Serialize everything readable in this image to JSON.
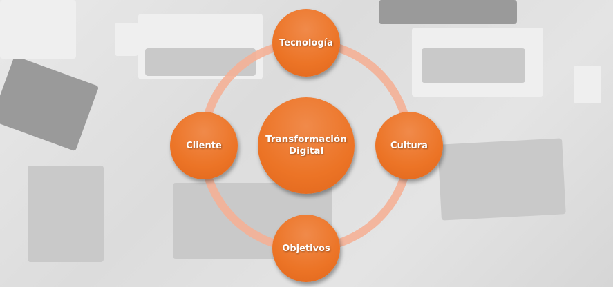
{
  "diagram": {
    "center": {
      "line1": "Transformación",
      "line2": "Digital"
    },
    "nodes": {
      "top": "Tecnología",
      "left": "Cliente",
      "right": "Cultura",
      "bottom": "Objetivos"
    },
    "colors": {
      "node": "#ec7426",
      "ring": "#f4b096"
    }
  }
}
